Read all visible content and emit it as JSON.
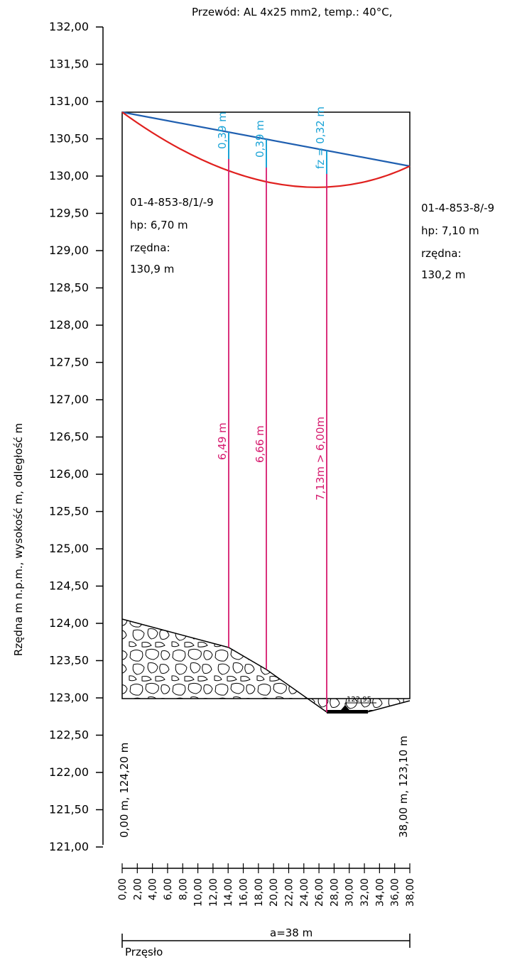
{
  "title": "Przewód: AL 4x25 mm2, temp.: 40°C,",
  "y_axis_label": "Rzędna m n.p.m., wysokość m, odległość m",
  "y_ticks": [
    "132,00",
    "131,50",
    "131,00",
    "130,50",
    "130,00",
    "129,50",
    "129,00",
    "128,50",
    "128,00",
    "127,50",
    "127,00",
    "126,50",
    "126,00",
    "125,50",
    "125,00",
    "124,50",
    "124,00",
    "123,50",
    "123,00",
    "122,50",
    "122,00",
    "121,50",
    "121,00"
  ],
  "x_ticks": [
    "0,00",
    "2,00",
    "4,00",
    "6,00",
    "8,00",
    "10,00",
    "12,00",
    "14,00",
    "16,00",
    "18,00",
    "20,00",
    "22,00",
    "24,00",
    "26,00",
    "28,00",
    "30,00",
    "32,00",
    "34,00",
    "36,00",
    "38,00"
  ],
  "left_pole": {
    "id": "01-4-853-8/1/-9",
    "hp": "hp: 6,70 m",
    "rzedna_label": "rzędna:",
    "rzedna_value": "130,9 m",
    "ground": "0,00 m, 124,20 m"
  },
  "right_pole": {
    "id": "01-4-853-8/-9",
    "hp": "hp: 7,10 m",
    "rzedna_label": "rzędna:",
    "rzedna_value": "130,2 m",
    "ground": "38,00 m, 123,10 m"
  },
  "sag_labels": [
    "0,39 m",
    "0,39 m",
    "fz = 0,32 m"
  ],
  "clearance_labels": [
    "6,49 m",
    "6,66 m",
    "7,13m > 6,00m"
  ],
  "road_mark": "122,95",
  "span_label": "a=38 m",
  "span_name": "Przęsło",
  "colors": {
    "chord": "#1f5fb0",
    "sag_curve": "#e0201e",
    "sag": "#1aa3d6",
    "clearance": "#d61a6e"
  },
  "chart_data": {
    "type": "line",
    "xlabel": "",
    "ylabel": "Rzędna m n.p.m., wysokość m, odległość m",
    "xlim": [
      0,
      38
    ],
    "ylim": [
      121,
      132
    ],
    "series": [
      {
        "x": [
          0,
          38
        ],
        "y": [
          130.9,
          130.2
        ]
      },
      {
        "x": [
          0,
          5,
          10,
          14,
          19,
          24,
          27,
          30,
          34,
          38
        ],
        "y": [
          130.9,
          130.6,
          130.38,
          130.27,
          130.16,
          130.09,
          130.08,
          130.1,
          130.15,
          130.2
        ]
      },
      {
        "x": [
          0,
          14,
          19,
          26.5,
          32,
          38
        ],
        "y": [
          124.2,
          123.78,
          123.5,
          122.95,
          122.95,
          123.1
        ]
      }
    ],
    "annotations": [
      {
        "x": 14,
        "sag": 0.39,
        "clearance": 6.49
      },
      {
        "x": 19,
        "sag": 0.39,
        "clearance": 6.66
      },
      {
        "x": 27,
        "sag": 0.32,
        "clearance": 7.13
      }
    ]
  }
}
